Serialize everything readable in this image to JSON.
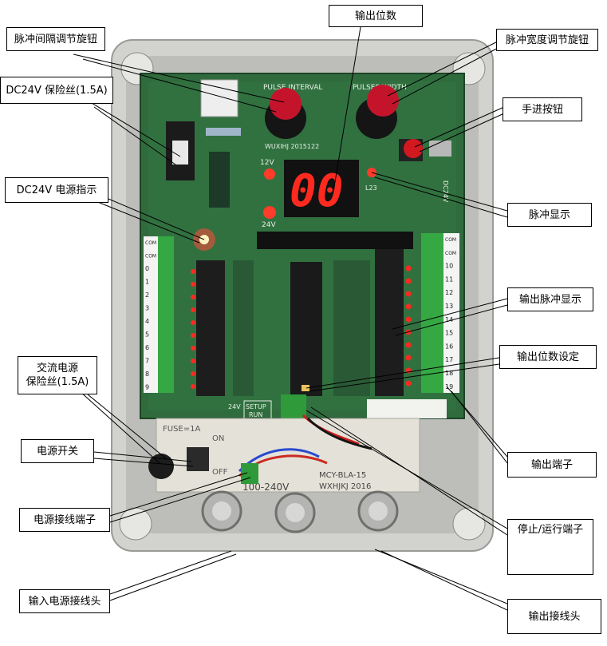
{
  "labels": {
    "pulse_interval_knob": "脉冲间隔调节旋钮",
    "output_digits": "输出位数",
    "pulse_width_knob": "脉冲宽度调节旋钮",
    "dc24v_fuse": "DC24V 保险丝(1.5A)",
    "manual_button": "手进按钮",
    "dc24v_power_indicator": "DC24V 电源指示",
    "pulse_display": "脉冲显示",
    "output_pulse_display": "输出脉冲显示",
    "output_digits_setting": "输出位数设定",
    "ac_fuse_line1": "交流电源",
    "ac_fuse_line2": "保险丝(1.5A)",
    "power_switch": "电源开关",
    "output_terminal": "输出端子",
    "power_terminal": "电源接线端子",
    "stop_run_terminal": "停止/运行端子",
    "input_power_connector": "输入电源接线头",
    "output_connector": "输出接线头"
  },
  "board": {
    "pulse_interval_text": "PULSE INTERVAL",
    "pulse_width_text": "PULSES WIDTH",
    "model_text": "WUXIHJ 2015122",
    "display_value": "00",
    "led_12v": "12V",
    "led_24v": "24V",
    "led_l23": "L23",
    "dc24v_silk": "DC24V",
    "fuse_silk": "FUSE=1A",
    "voltage_silk": "100-240V",
    "on_silk": "ON",
    "off_silk": "OFF",
    "setup_silk": "SETUP",
    "run_silk": "RUN",
    "silk_24v": "24V",
    "mcy_silk": "MCY-BLA-15",
    "company_silk": "WXHJKJ 2016",
    "left_terminals": [
      "COM",
      "COM",
      "0",
      "1",
      "2",
      "3",
      "4",
      "5",
      "6",
      "7",
      "8",
      "9"
    ],
    "right_terminals": [
      "COM",
      "COM",
      "10",
      "11",
      "12",
      "13",
      "14",
      "15",
      "16",
      "17",
      "18",
      "19"
    ]
  },
  "colors": {
    "board_green": "#2f6b3c",
    "terminal_green": "#35a843",
    "led_red": "#ff2a1f",
    "housing_grey": "#cfcfcd"
  }
}
